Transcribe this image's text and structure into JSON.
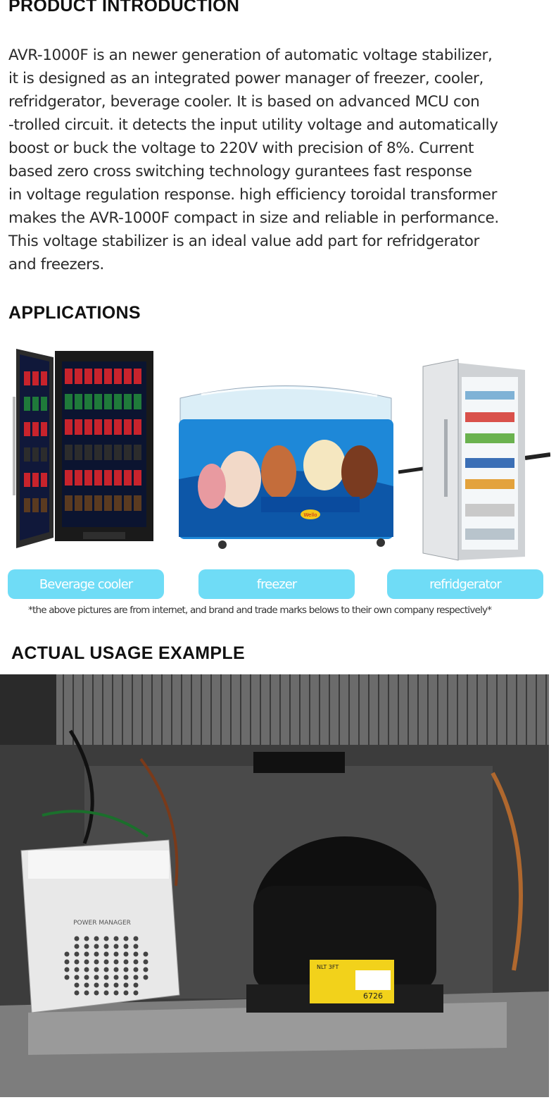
{
  "intro": {
    "title": "PRODUCT INTRODUCTION",
    "lines": [
      "AVR-1000F is an newer generation of automatic voltage stabilizer,",
      "it is designed as an integrated power manager of freezer, cooler,",
      "refridgerator, beverage cooler.  It is based on advanced MCU con",
      "-trolled circuit. it detects the input utility voltage and automatically",
      "boost or buck the voltage to 220V with precision of 8%. Current",
      "based zero cross switching technology gurantees fast response",
      "in voltage regulation response. high efficiency toroidal transformer",
      "makes the AVR-1000F compact in size and reliable in performance.",
      "This voltage stabilizer is an ideal value add part for refridgerator",
      "and freezers."
    ]
  },
  "applications": {
    "title": "APPLICATIONS",
    "labels": [
      "Beverage cooler",
      "freezer",
      "refridgerator"
    ],
    "disclaimer": "*the above pictures are from internet, and brand and trade marks belows to their own company respectively*",
    "freezer_badge": "Wello"
  },
  "usage": {
    "title": "ACTUAL USAGE EXAMPLE",
    "device_label": "POWER MANAGER",
    "compressor_code": "6726",
    "compressor_tag": "NLT 3FT"
  },
  "colors": {
    "pill": "#6fdcf6",
    "freezer_blue": "#1e88d8"
  }
}
